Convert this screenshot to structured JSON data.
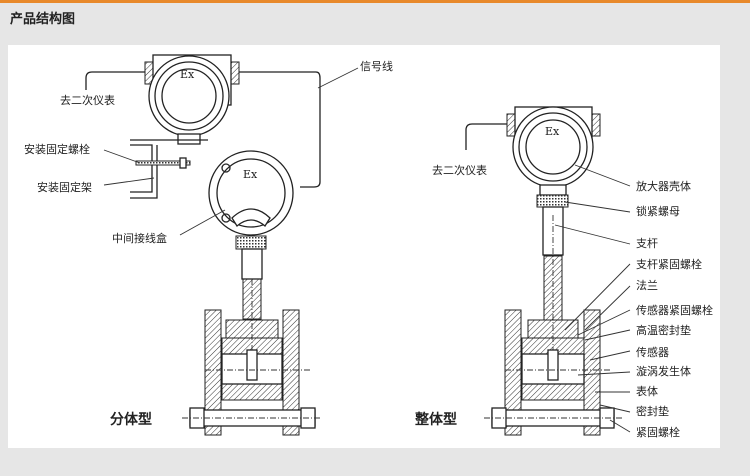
{
  "header": {
    "title": "产品结构图",
    "accent_color": "#e8892b"
  },
  "split_type": {
    "label": "分体型",
    "housing_mark": "Ex",
    "junction_mark": "Ex",
    "labels": {
      "to_secondary": "去二次仪表",
      "signal_line": "信号线",
      "mount_bolt": "安装固定螺栓",
      "mount_bracket": "安装固定架",
      "junction_box": "中间接线盒"
    }
  },
  "integral_type": {
    "label": "整体型",
    "housing_mark": "Ex",
    "to_secondary": "去二次仪表",
    "parts": [
      "放大器壳体",
      "锁紧螺母",
      "支杆",
      "支杆紧固螺栓",
      "法兰",
      "传感器紧固螺栓",
      "高温密封垫",
      "传感器",
      "漩涡发生体",
      "表体",
      "密封垫",
      "紧固螺栓"
    ]
  }
}
